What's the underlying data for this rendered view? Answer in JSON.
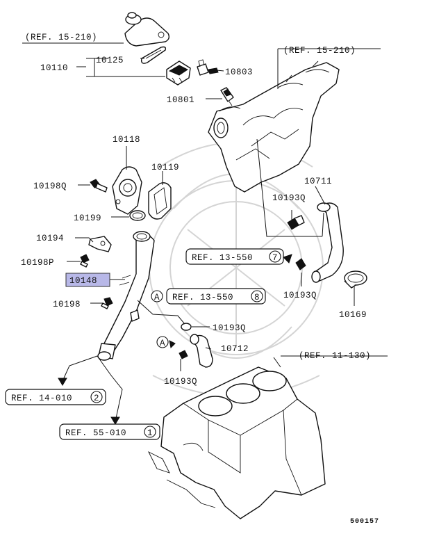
{
  "labels": {
    "ref_15_210_top": "(REF. 15-210)",
    "ref_15_210_right": "(REF. 15-210)",
    "ref_11_130": "(REF. 11-130)",
    "p10110": "10110",
    "p10125": "10125",
    "p10803": "10803",
    "p10801": "10801",
    "p10118": "10118",
    "p10119": "10119",
    "p10198q": "10198Q",
    "p10199": "10199",
    "p10194": "10194",
    "p10198p": "10198P",
    "p10148": "10148",
    "p10198": "10198",
    "p10711": "10711",
    "p10193q_a": "10193Q",
    "p10193q_b": "10193Q",
    "p10193q_c": "10193Q",
    "p10193q_d": "10193Q",
    "p10169": "10169",
    "p10712": "10712",
    "diagram_id": "500157"
  },
  "refs": {
    "r13_550_7": {
      "text": "REF. 13-550",
      "num": "7"
    },
    "r13_550_8": {
      "text": "REF. 13-550",
      "num": "8"
    },
    "r14_010_2": {
      "text": "REF. 14-010",
      "num": "2"
    },
    "r55_010_1": {
      "text": "REF. 55-010",
      "num": "1"
    }
  },
  "markers": {
    "marker_a_top": "A",
    "marker_a_bottom": "A"
  },
  "colors": {
    "highlight": "#b8b8e8",
    "line": "#111111"
  }
}
